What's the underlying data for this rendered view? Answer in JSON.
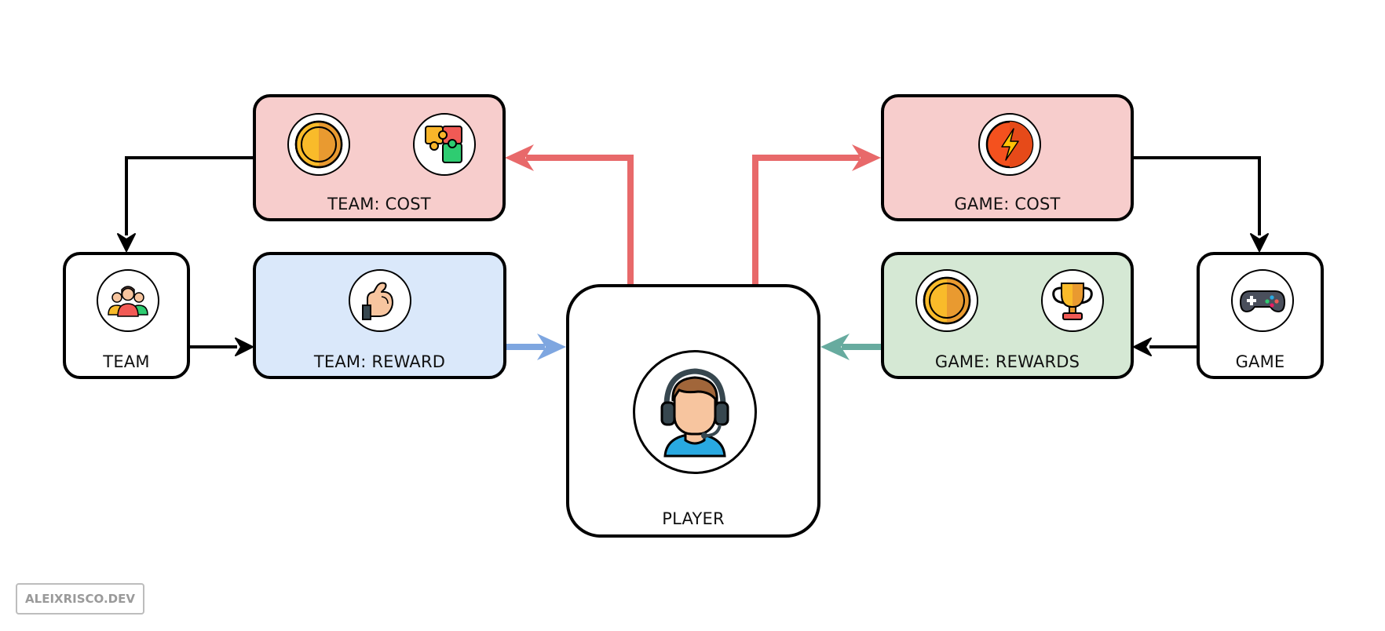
{
  "nodes": {
    "team": {
      "label": "TEAM",
      "icon": "team-people-icon"
    },
    "team_cost": {
      "label": "TEAM: COST",
      "icons": [
        "coin-icon",
        "puzzle-icon"
      ]
    },
    "team_reward": {
      "label": "TEAM: REWARD",
      "icon": "flexed-bicep-icon"
    },
    "player": {
      "label": "PLAYER",
      "icon": "gamer-headset-icon"
    },
    "game_cost": {
      "label": "GAME: COST",
      "icon": "energy-bolt-icon"
    },
    "game_rewards": {
      "label": "GAME: REWARDS",
      "icons": [
        "coin-icon",
        "trophy-icon"
      ]
    },
    "game": {
      "label": "GAME",
      "icon": "gamepad-icon"
    }
  },
  "watermark": "ALEIXRISCO.DEV",
  "colors": {
    "cost_fill": "#f7cdcc",
    "reward_blue_fill": "#dae8fa",
    "reward_green_fill": "#d5e8d4",
    "cost_arrow": "#e8696a",
    "team_reward_arrow": "#7ea6e0",
    "game_reward_arrow": "#67ab9f",
    "stroke": "#000000"
  }
}
